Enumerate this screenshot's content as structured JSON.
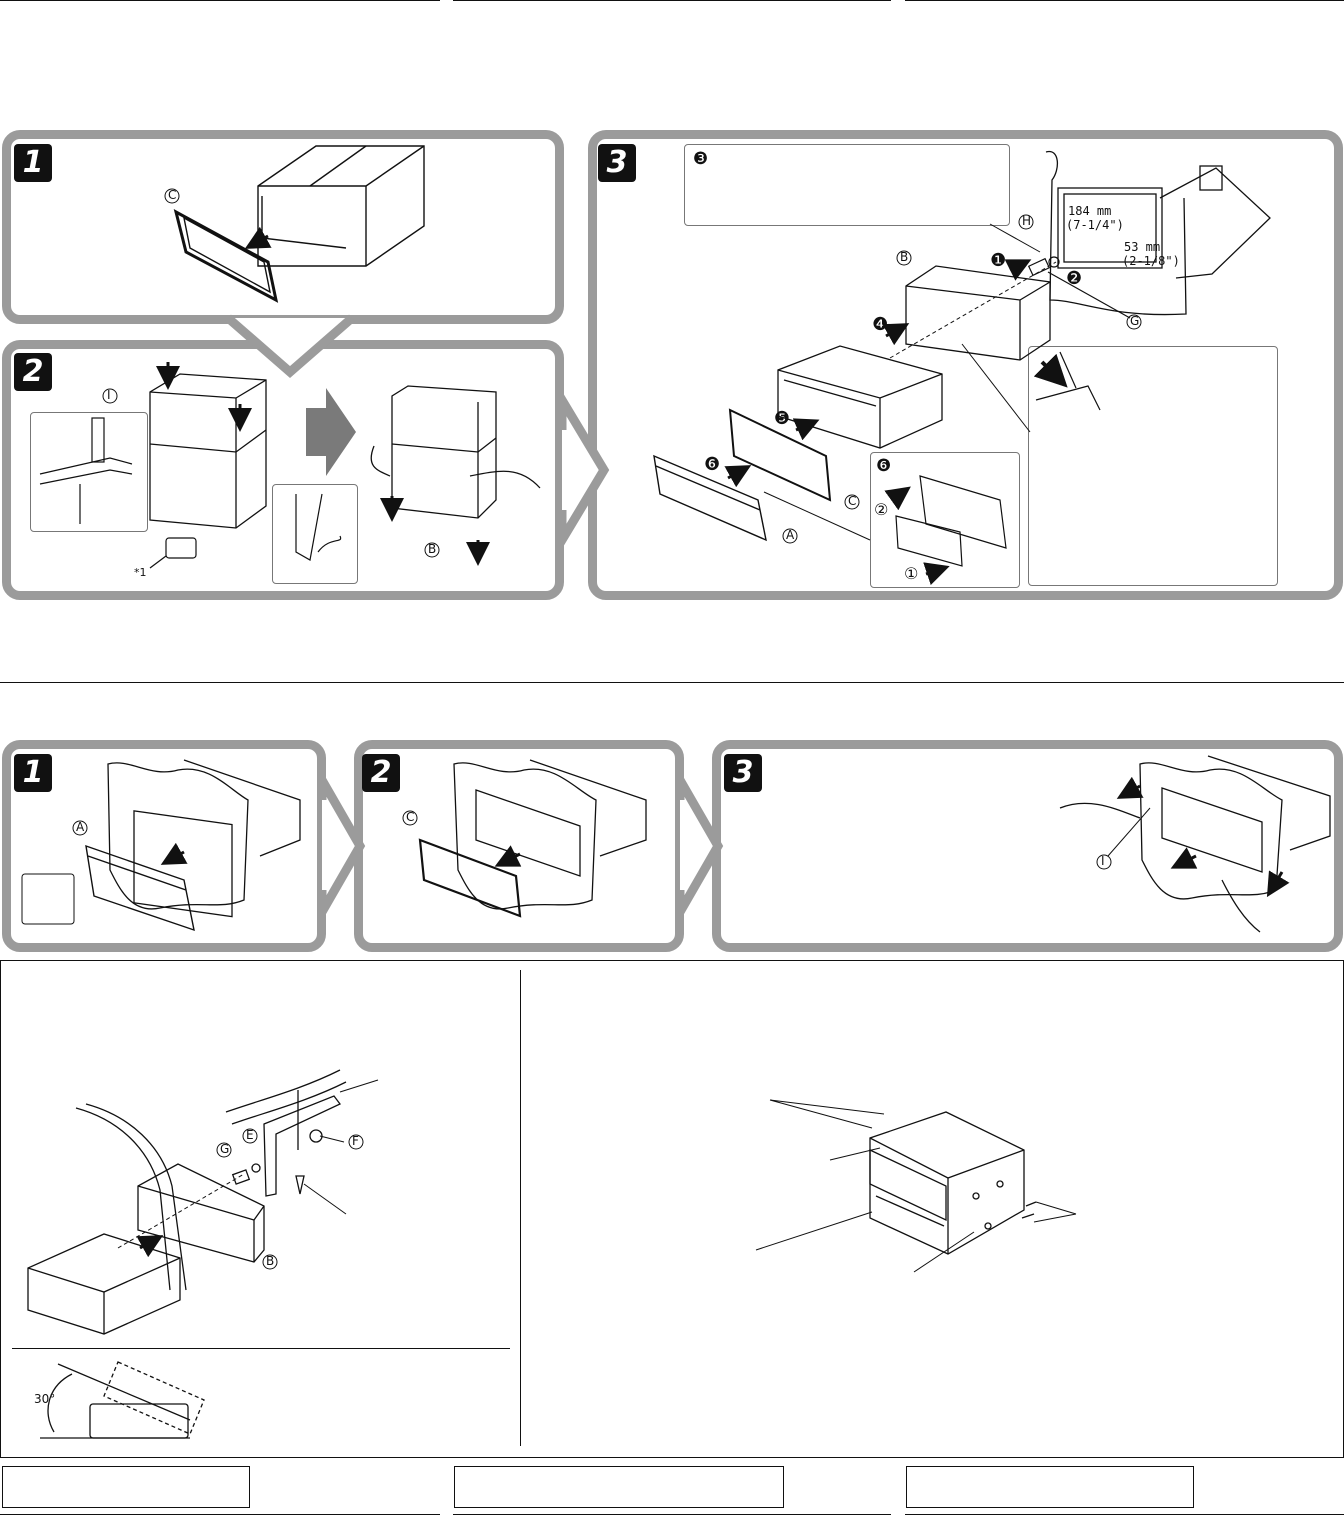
{
  "section_install": {
    "steps": [
      {
        "number": "1"
      },
      {
        "number": "2"
      },
      {
        "number": "3"
      }
    ],
    "step3_callout_marker": "❸",
    "dimensions": {
      "width_mm": "184 mm",
      "width_in": "(7-1/4\")",
      "height_mm": "53 mm",
      "height_in": "(2-1/8\")"
    },
    "numbered_arrows": [
      "❶",
      "❷",
      "❹",
      "❺",
      "❻",
      "❻"
    ],
    "sub_steps": [
      "①",
      "②"
    ],
    "footnote_marker": "*1"
  },
  "section_remove": {
    "steps": [
      {
        "number": "1"
      },
      {
        "number": "2"
      },
      {
        "number": "3"
      }
    ]
  },
  "parts": {
    "A": "A",
    "B": "B",
    "C": "C",
    "E": "E",
    "F": "F",
    "G": "G",
    "H": "H",
    "I": "I"
  },
  "angle_label": "30°",
  "colors": {
    "frame_gray": "#9b9b9b",
    "badge_black": "#111111",
    "arrow_gray": "#7a7a7a"
  }
}
